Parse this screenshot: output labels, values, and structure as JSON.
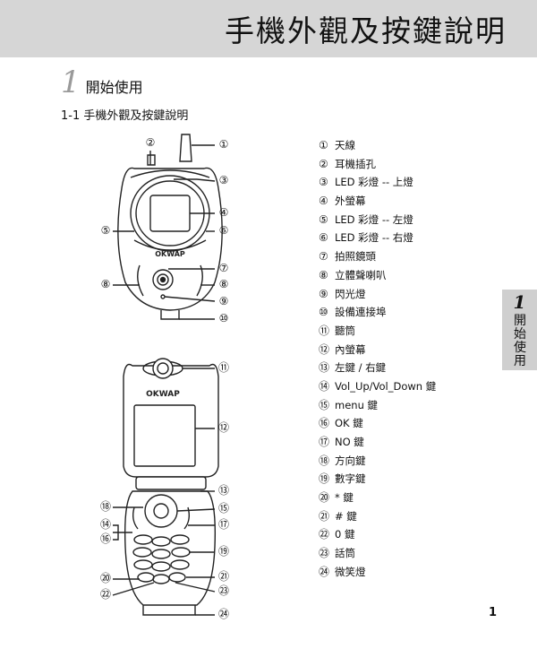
{
  "header": {
    "title": "手機外觀及按鍵說明"
  },
  "section": {
    "number": "1",
    "title": "開始使用"
  },
  "subsection": {
    "title": "1-1 手機外觀及按鍵說明"
  },
  "figure": {
    "logo_text": "OKWAP",
    "callouts": [
      "①",
      "②",
      "③",
      "④",
      "⑤",
      "⑥",
      "⑦",
      "⑧",
      "⑨",
      "⑩",
      "⑪",
      "⑫",
      "⑬",
      "⑭",
      "⑮",
      "⑯",
      "⑰",
      "⑱",
      "⑲",
      "⑳",
      "㉑",
      "㉒",
      "㉓",
      "㉔"
    ]
  },
  "legend": [
    {
      "marker": "①",
      "label": "天線"
    },
    {
      "marker": "②",
      "label": "耳機插孔"
    },
    {
      "marker": "③",
      "label": "LED 彩燈 -- 上燈"
    },
    {
      "marker": "④",
      "label": "外螢幕"
    },
    {
      "marker": "⑤",
      "label": "LED 彩燈 -- 左燈"
    },
    {
      "marker": "⑥",
      "label": "LED 彩燈 -- 右燈"
    },
    {
      "marker": "⑦",
      "label": "拍照鏡頭"
    },
    {
      "marker": "⑧",
      "label": "立體聲喇叭"
    },
    {
      "marker": "⑨",
      "label": "閃光燈"
    },
    {
      "marker": "⑩",
      "label": "設備連接埠"
    },
    {
      "marker": "⑪",
      "label": "聽筒"
    },
    {
      "marker": "⑫",
      "label": "內螢幕"
    },
    {
      "marker": "⑬",
      "label": "左鍵 / 右鍵"
    },
    {
      "marker": "⑭",
      "label": "Vol_Up/Vol_Down 鍵"
    },
    {
      "marker": "⑮",
      "label": "menu 鍵"
    },
    {
      "marker": "⑯",
      "label": "OK 鍵"
    },
    {
      "marker": "⑰",
      "label": "NO 鍵"
    },
    {
      "marker": "⑱",
      "label": "方向鍵"
    },
    {
      "marker": "⑲",
      "label": "數字鍵"
    },
    {
      "marker": "⑳",
      "label": "* 鍵"
    },
    {
      "marker": "㉑",
      "label": "# 鍵"
    },
    {
      "marker": "㉒",
      "label": "0 鍵"
    },
    {
      "marker": "㉓",
      "label": "話筒"
    },
    {
      "marker": "㉔",
      "label": "微笑燈"
    }
  ],
  "side_tab": {
    "number": "1",
    "text": "開始使用"
  },
  "page_number": "1"
}
